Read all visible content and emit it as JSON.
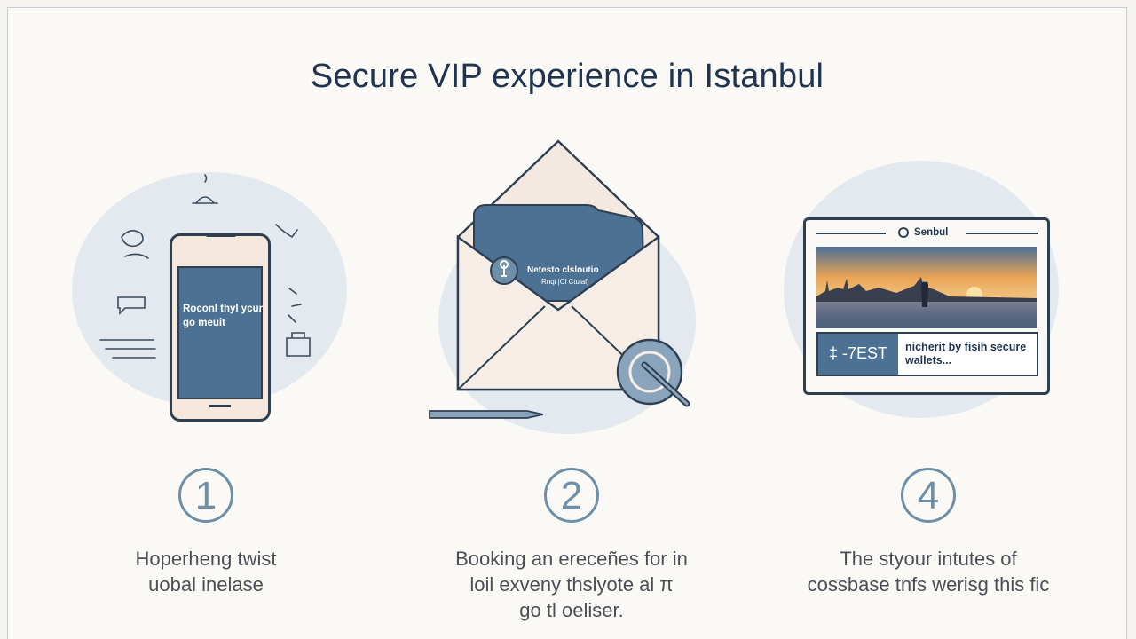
{
  "title": "Secure VIP experience in Istanbul",
  "steps": [
    {
      "number": "1",
      "screen_text": "Roconl thyl ycur\ngo meuit",
      "caption_lines": [
        "Hoperheng twist",
        "uobal inelase"
      ]
    },
    {
      "number": "2",
      "card_title": "Netesto clsloutio",
      "card_subtitle": "Rnqi |Cl Ctulal)",
      "caption_lines": [
        "Booking an ereceñes for in",
        "loil exveny thslyote al π",
        "go tl oeliser."
      ]
    },
    {
      "number": "4",
      "tablet_title": "Senbul",
      "ticket_code": "‡ -7EST",
      "ticket_text": "nicherit by fisih secure\nwallets...",
      "caption_lines": [
        "The styour intutes of",
        "cossbase tnfs werisg this fic"
      ]
    }
  ],
  "colors": {
    "ink": "#1e3450",
    "accent": "#4d7192",
    "step_outline": "#6e8fa8",
    "blob": "#e3e9ef",
    "sunset": "#e8a457"
  }
}
